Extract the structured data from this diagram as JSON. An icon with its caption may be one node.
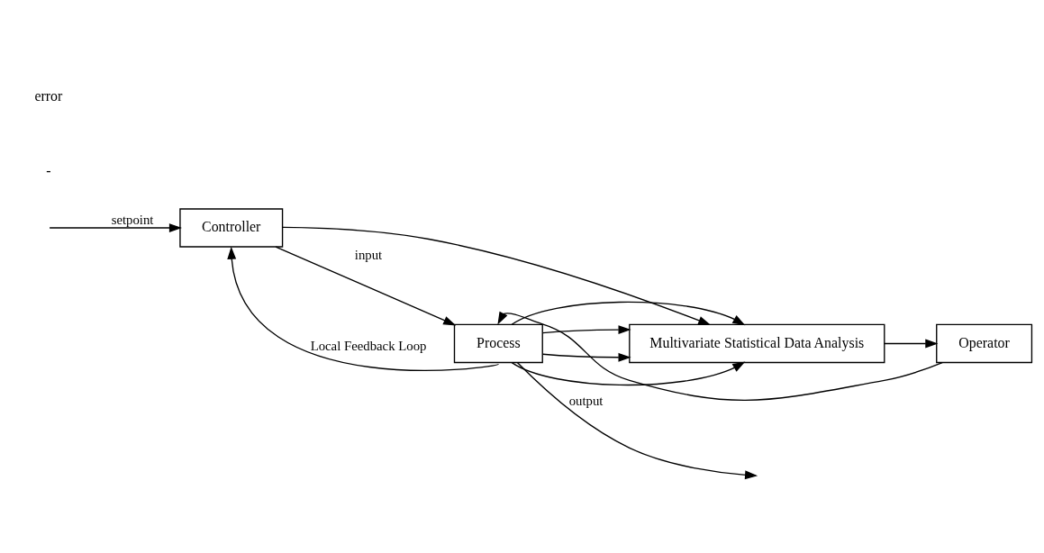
{
  "diagram": {
    "nodes": [
      {
        "text": [
          "Operator"
        ]
      },
      {
        "text": [
          "Multivariate Statistical Data Analysis"
        ]
      },
      {
        "text": [
          "Controller"
        ]
      },
      {
        "text": [
          "Process"
        ]
      }
    ],
    "edges": [
      {
        "from": null,
        "to": 2,
        "arrow": "to",
        "label": "setpoint"
      },
      {
        "from": 2,
        "to": 3,
        "arrow": "to",
        "label": "input"
      },
      {
        "from": 2,
        "to": 1,
        "arrow": "to"
      },
      {
        "from": 0,
        "to": 3,
        "arrow": "to"
      },
      {
        "from": 3,
        "to": 1,
        "arrow": "to"
      },
      {
        "from": 3,
        "to": 1,
        "arrow": "to"
      },
      {
        "from": 3,
        "to": 1,
        "arrow": "to"
      },
      {
        "from": 1,
        "to": 0,
        "arrow": "to"
      },
      {
        "from": 3,
        "to": null,
        "arrow": "to",
        "label": "output"
      },
      {
        "from": 3,
        "to": 1,
        "arrow": "to"
      },
      {
        "from": 3,
        "to": 2,
        "arrow": "to",
        "label": "Local Feedback Loop"
      }
    ],
    "labels": [
      "-",
      "error"
    ]
  }
}
